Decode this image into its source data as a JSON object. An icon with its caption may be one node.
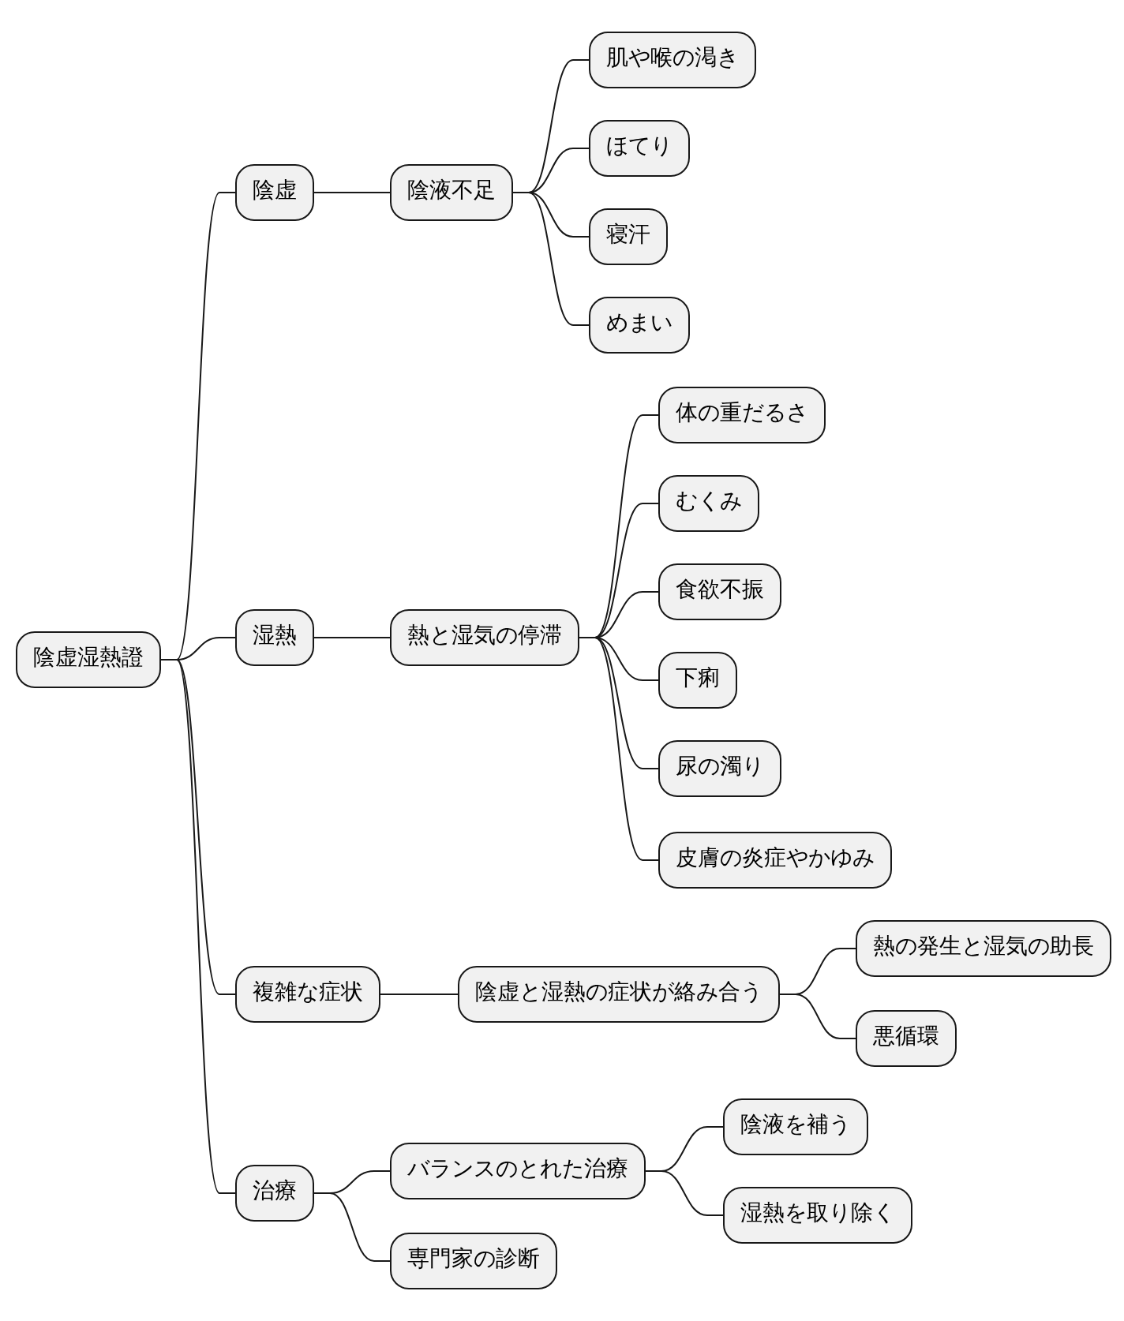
{
  "diagram": {
    "nodes": [
      {
        "text": [
          "陰虚湿熱證"
        ]
      },
      {
        "text": [
          "陰虚"
        ]
      },
      {
        "text": [
          "陰液不足"
        ]
      },
      {
        "text": [
          "肌や喉の渇き"
        ]
      },
      {
        "text": [
          "ほてり"
        ]
      },
      {
        "text": [
          "寝汗"
        ]
      },
      {
        "text": [
          "めまい"
        ]
      },
      {
        "text": [
          "湿熱"
        ]
      },
      {
        "text": [
          "熱と湿気の停滞"
        ]
      },
      {
        "text": [
          "体の重だるさ"
        ]
      },
      {
        "text": [
          "むくみ"
        ]
      },
      {
        "text": [
          "食欲不振"
        ]
      },
      {
        "text": [
          "下痢"
        ]
      },
      {
        "text": [
          "尿の濁り"
        ]
      },
      {
        "text": [
          "皮膚の炎症やかゆみ"
        ]
      },
      {
        "text": [
          "複雑な症状"
        ]
      },
      {
        "text": [
          "陰虚と湿熱の症状が絡み合う"
        ]
      },
      {
        "text": [
          "熱の発生と湿気の助長"
        ]
      },
      {
        "text": [
          "悪循環"
        ]
      },
      {
        "text": [
          "治療"
        ]
      },
      {
        "text": [
          "バランスのとれた治療"
        ]
      },
      {
        "text": [
          "陰液を補う"
        ]
      },
      {
        "text": [
          "湿熱を取り除く"
        ]
      },
      {
        "text": [
          "専門家の診断"
        ]
      }
    ],
    "edges": [
      {
        "from": 0,
        "to": 1,
        "arrow": "none"
      },
      {
        "from": 1,
        "to": 2,
        "arrow": "none"
      },
      {
        "from": 2,
        "to": 3,
        "arrow": "none"
      },
      {
        "from": 2,
        "to": 4,
        "arrow": "none"
      },
      {
        "from": 2,
        "to": 5,
        "arrow": "none"
      },
      {
        "from": 2,
        "to": 6,
        "arrow": "none"
      },
      {
        "from": 0,
        "to": 7,
        "arrow": "none"
      },
      {
        "from": 7,
        "to": 8,
        "arrow": "none"
      },
      {
        "from": 8,
        "to": 9,
        "arrow": "none"
      },
      {
        "from": 8,
        "to": 10,
        "arrow": "none"
      },
      {
        "from": 8,
        "to": 11,
        "arrow": "none"
      },
      {
        "from": 8,
        "to": 12,
        "arrow": "none"
      },
      {
        "from": 8,
        "to": 13,
        "arrow": "none"
      },
      {
        "from": 8,
        "to": 14,
        "arrow": "none"
      },
      {
        "from": 0,
        "to": 15,
        "arrow": "none"
      },
      {
        "from": 15,
        "to": 16,
        "arrow": "none"
      },
      {
        "from": 16,
        "to": 17,
        "arrow": "none"
      },
      {
        "from": 16,
        "to": 18,
        "arrow": "none"
      },
      {
        "from": 0,
        "to": 19,
        "arrow": "none"
      },
      {
        "from": 19,
        "to": 20,
        "arrow": "none"
      },
      {
        "from": 20,
        "to": 21,
        "arrow": "none"
      },
      {
        "from": 20,
        "to": 22,
        "arrow": "none"
      },
      {
        "from": 19,
        "to": 23,
        "arrow": "none"
      }
    ]
  }
}
